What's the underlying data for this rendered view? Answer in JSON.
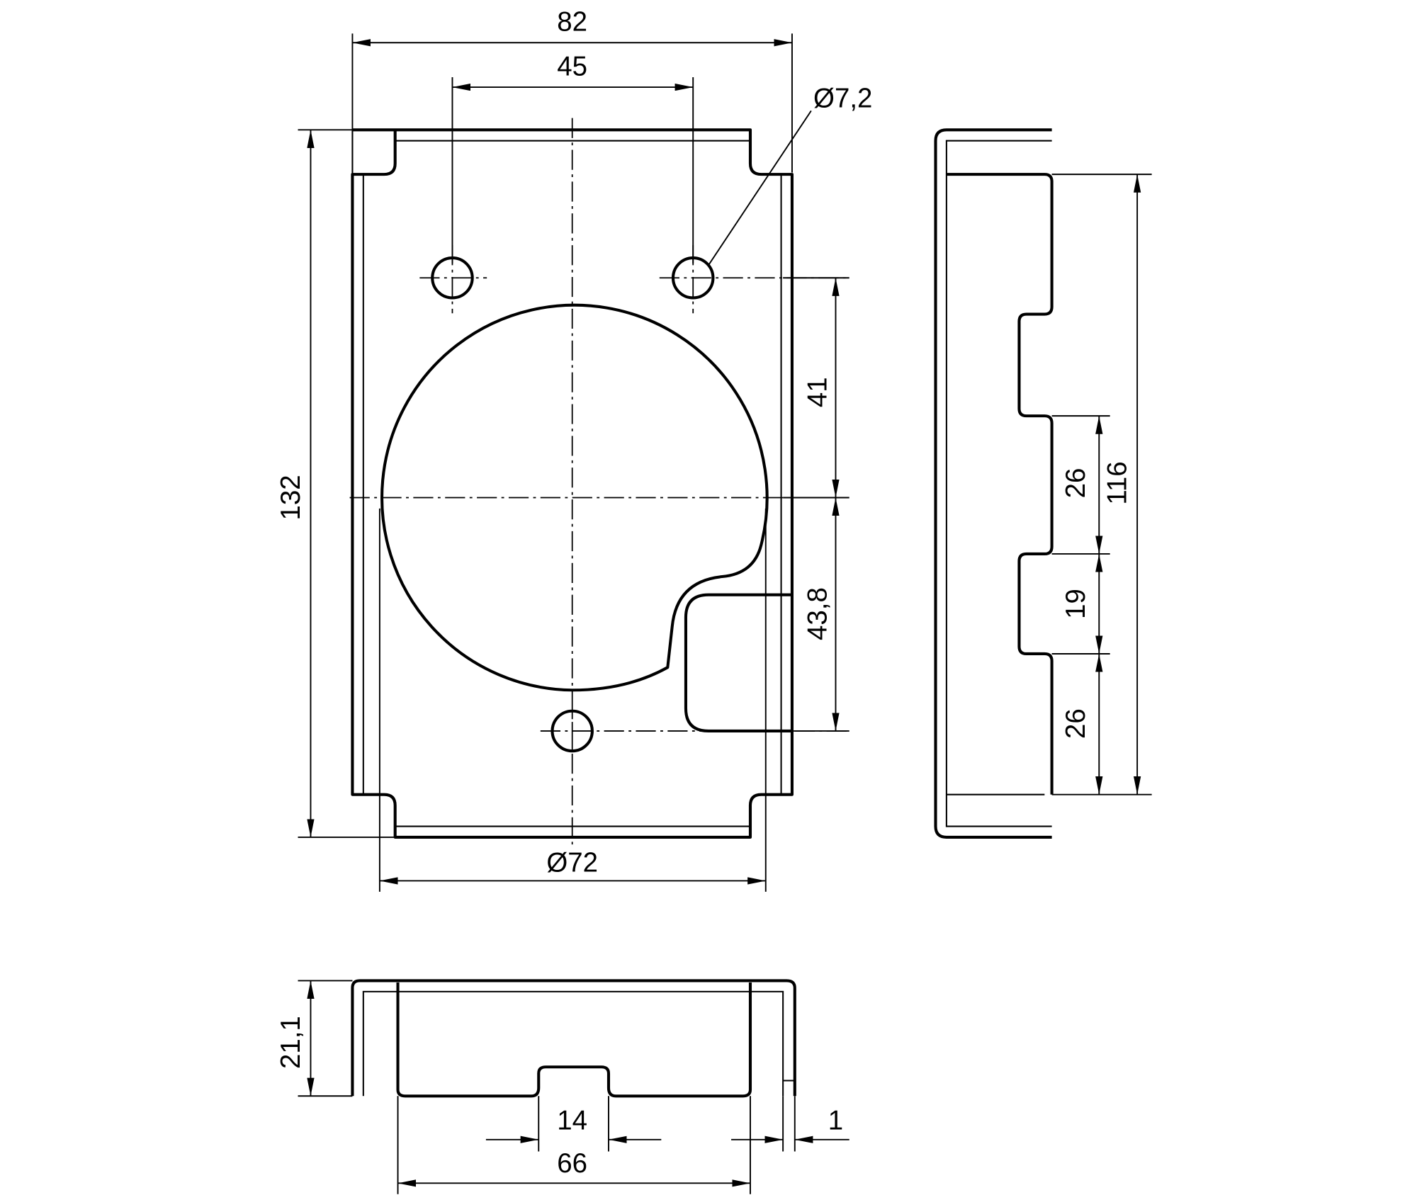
{
  "drawing": {
    "line_color": "#000000",
    "background": "#ffffff",
    "front_view": {
      "width": "82",
      "hole_spacing": "45",
      "hole_diameter": "Ø7,2",
      "height": "132",
      "cutout_diameter": "Ø72",
      "upper_offset": "41",
      "lower_offset": "43,8"
    },
    "side_view": {
      "total": "116",
      "segment_top": "26",
      "segment_middle": "19",
      "segment_bottom": "26"
    },
    "bottom_view": {
      "depth": "21,1",
      "tab_width": "14",
      "inner_width": "66",
      "thickness": "1"
    }
  }
}
